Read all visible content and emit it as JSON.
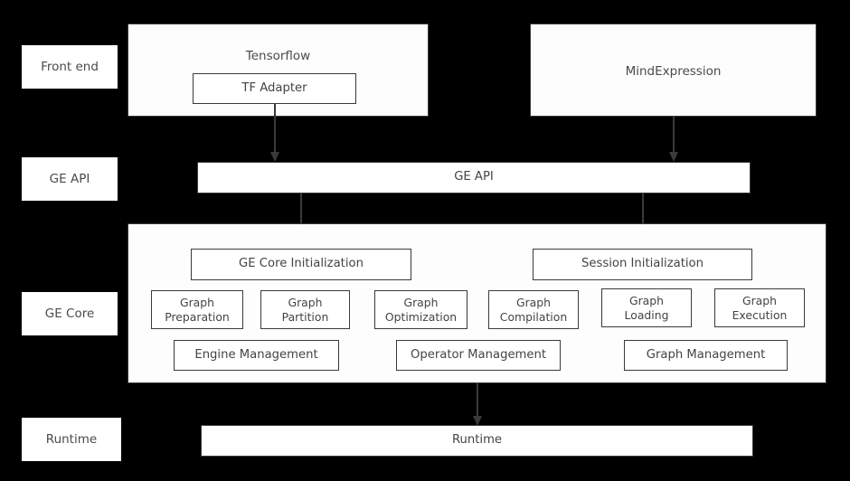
{
  "diagram": {
    "title": "GE (Graph Engine) software stack architecture",
    "background_color": "#000000",
    "box_fill_color": "#ffffff",
    "box_border_color": "#3a3a3a",
    "text_color": "#4a4a4a"
  },
  "layer_labels": [
    {
      "id": "front-end",
      "label": "Front end"
    },
    {
      "id": "ge-api",
      "label": "GE API"
    },
    {
      "id": "ge-core",
      "label": "GE Core"
    },
    {
      "id": "runtime",
      "label": "Runtime"
    }
  ],
  "front_end": {
    "tensorflow": {
      "title": "Tensorflow",
      "child": "TF Adapter"
    },
    "mindexpression": {
      "title": "MindExpression"
    }
  },
  "ge_api": {
    "label": "GE API"
  },
  "ge_core": {
    "init_boxes": [
      {
        "label": "GE Core Initialization"
      },
      {
        "label": "Session Initialization"
      }
    ],
    "module_row": [
      {
        "label": "Graph\nPreparation"
      },
      {
        "label": "Graph\nPartition"
      },
      {
        "label": "Graph\nOptimization"
      },
      {
        "label": "Graph\nCompilation"
      },
      {
        "label": "Graph\nLoading"
      },
      {
        "label": "Graph\nExecution"
      }
    ],
    "management_row": [
      {
        "label": "Engine Management"
      },
      {
        "label": "Operator Management"
      },
      {
        "label": "Graph Management"
      }
    ]
  },
  "runtime": {
    "label": "Runtime"
  },
  "arrows": [
    {
      "id": "tf-adapter-to-ge-api",
      "from": "TF Adapter",
      "to": "GE API"
    },
    {
      "id": "mindexpression-to-ge-api",
      "from": "MindExpression",
      "to": "GE API"
    },
    {
      "id": "ge-api-to-ge-core-init",
      "from": "GE API",
      "to": "GE Core Initialization"
    },
    {
      "id": "ge-api-to-session-init",
      "from": "GE API",
      "to": "Session Initialization"
    },
    {
      "id": "ge-core-to-runtime",
      "from": "GE Core",
      "to": "Runtime"
    }
  ]
}
